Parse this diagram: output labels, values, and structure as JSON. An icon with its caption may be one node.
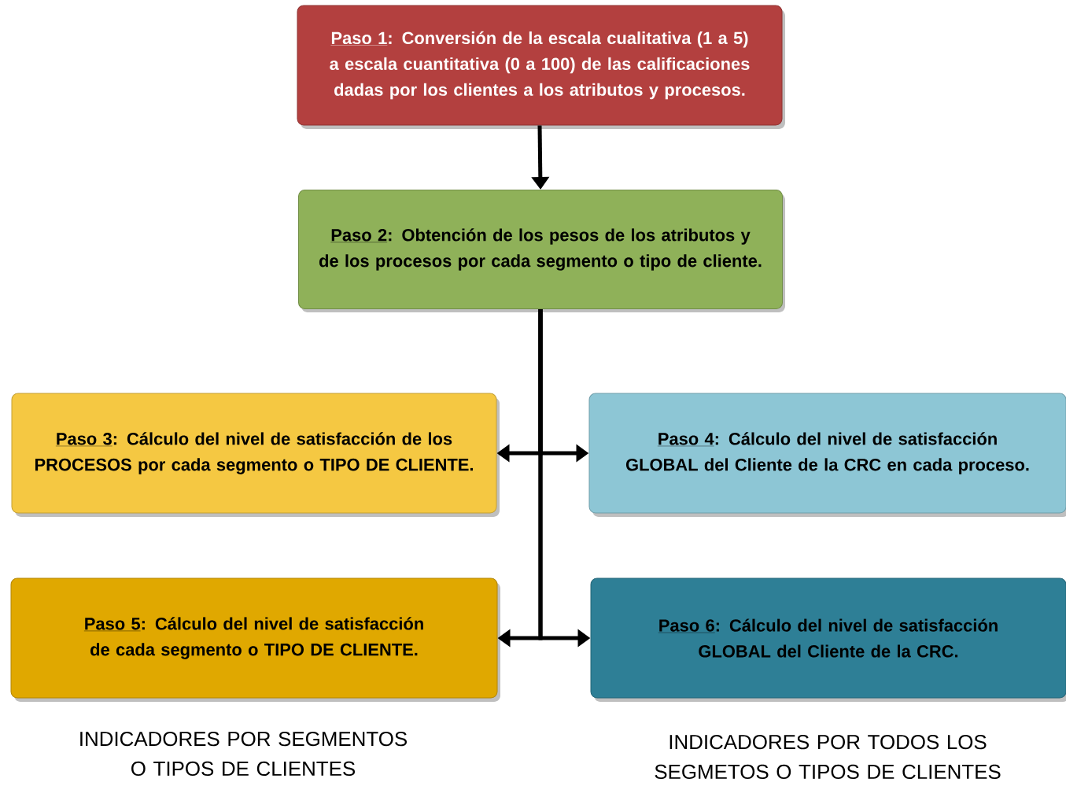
{
  "diagram": {
    "nodes": [
      {
        "text": [
          "Paso 1",
          ": Conversión de la escala cualitativa (1 a 5) a escala cuantitativa (0 a 100) de las calificaciones dadas por los clientes a los atributos y procesos."
        ]
      },
      {
        "text": [
          "Paso 2",
          ": Obtención de los pesos de los atributos y de los procesos por cada segmento o tipo de cliente."
        ]
      },
      {
        "text": [
          "Paso 3",
          ": Cálculo del nivel de satisfacción de los PROCESOS por cada segmento o TIPO DE CLIENTE."
        ]
      },
      {
        "text": [
          "Paso 4",
          ": Cálculo del nivel de satisfacción GLOBAL del Cliente de la CRC en cada proceso."
        ]
      },
      {
        "text": [
          "Paso 5",
          ": Cálculo del nivel de satisfacción de cada segmento o TIPO DE  CLIENTE."
        ]
      },
      {
        "text": [
          "Paso 6",
          ": Cálculo del nivel de satisfacción GLOBAL del Cliente de la CRC."
        ]
      }
    ],
    "edges": [
      {
        "from": 0,
        "to": 1,
        "arrow": "to"
      },
      {
        "from": 1,
        "to": 2,
        "arrow": "to"
      },
      {
        "from": 1,
        "to": 3,
        "arrow": "to"
      },
      {
        "from": 1,
        "to": 4,
        "arrow": "to"
      },
      {
        "from": 1,
        "to": 5,
        "arrow": "to"
      }
    ],
    "labels": [
      "INDICADORES POR SEGMENTOS O TIPOS DE CLIENTES",
      "INDICADORES POR TODOS LOS SEGMETOS O TIPOS DE CLIENTES"
    ]
  }
}
